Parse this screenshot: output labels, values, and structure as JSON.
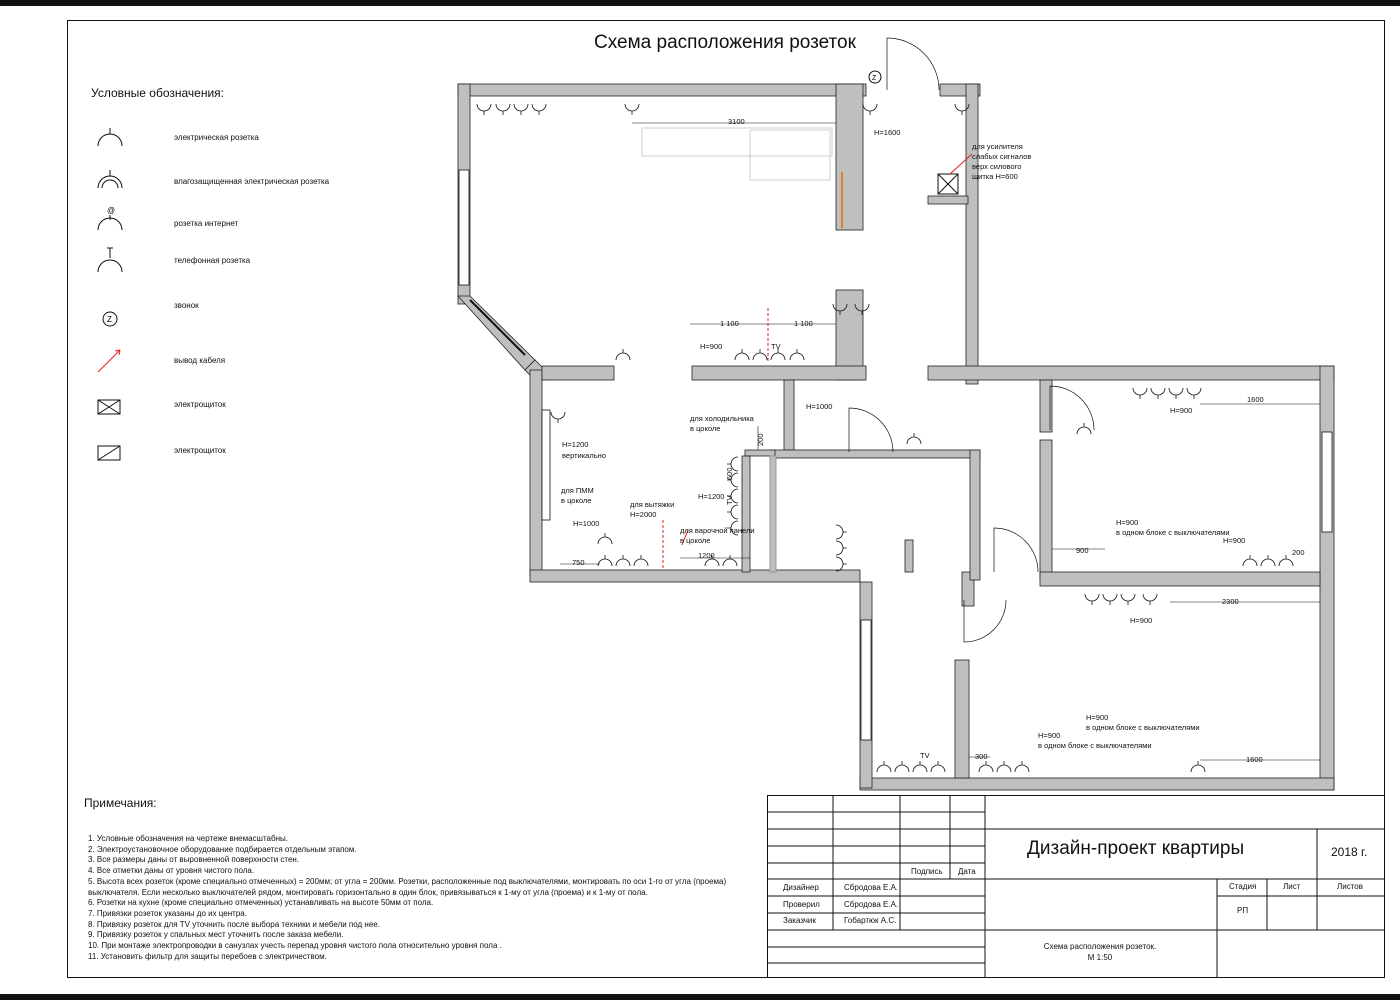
{
  "title": "Схема расположения розеток",
  "legend": {
    "heading": "Условные обозначения:",
    "items": [
      {
        "icon": "socket-icon",
        "label": "электрическая розетка"
      },
      {
        "icon": "waterproof-socket-icon",
        "label": "влагозащищенная электрическая розетка"
      },
      {
        "icon": "internet-socket-icon",
        "label": "розетка интернет"
      },
      {
        "icon": "phone-socket-icon",
        "label": "телефонная розетка"
      },
      {
        "icon": "doorbell-icon",
        "label": "звонок"
      },
      {
        "icon": "cable-outlet-icon",
        "label": "вывод кабеля"
      },
      {
        "icon": "electrical-panel-icon",
        "label": "электрощиток"
      },
      {
        "icon": "electrical-panel-alt-icon",
        "label": "электрощиток"
      }
    ]
  },
  "notes": {
    "heading": "Примечания:",
    "items": [
      "1. Условные обозначения на чертеже внемасштабны.",
      "2. Электроустановочное оборудование подбирается отдельным этапом.",
      "3. Все размеры даны от выровненной поверхности стен.",
      "4. Все отметки даны от уровня чистого пола.",
      "5. Высота всех розеток (кроме специально отмеченных) = 200мм; от угла = 200мм. Розетки, расположенные под выключателями, монтировать по оси 1-го от угла (проема)\n    выключателя. Если несколько выключателей рядом, монтировать горизонтально в один блок, привязываться к 1-му от угла (проема) и к 1-му от пола.",
      "6. Розетки на кухне (кроме специально отмеченных) устанавливать на высоте 50мм от пола.",
      "7. Привязки розеток указаны до их центра.",
      "8. Привязку розеток для TV уточнить после выбора техники и мебели под нее.",
      "9. Привязку розеток у спальных мест уточнить после заказа мебели.",
      "10. При монтаже электропроводки в санузлах учесть перепад уровня чистого пола относительно уровня пола .",
      "11. Установить фильтр для защиты перебоев с электричеством."
    ]
  },
  "plan_labels": {
    "dim_3100": "3100",
    "h1600_entry": "Н=1600",
    "weak_signal": [
      "для усилителя",
      "слабых сигналов",
      "верх силового",
      "щитка Н=600"
    ],
    "dim_1100_left": "1 100",
    "dim_1100_right": "1 100",
    "h900_tv": "Н=900",
    "tv": "TV",
    "h1000": "Н=1000",
    "fridge": [
      "для холодильника",
      "в цоколе"
    ],
    "dim_200": "200",
    "h1200_vertical": [
      "Н=1200",
      "вертикально"
    ],
    "dim_600": "600",
    "tv_kitchen": "TV",
    "h1200_kitchen": "Н=1200",
    "dishwasher": [
      "для ПММ",
      "в цоколе"
    ],
    "hood": [
      "для вытяжки",
      "Н=2000"
    ],
    "h1000_kitchen": "Н=1000",
    "hob": [
      "для варочной панели",
      "в цоколе"
    ],
    "dim_1200": "1200",
    "dim_750": "750",
    "dim_1600_room2": "1600",
    "h900_room2": "Н=900",
    "h900_block_room2": [
      "Н=900",
      "в одном блоке с выключателями"
    ],
    "h900_room2_b": "Н=900",
    "dim_900": "900",
    "dim_200_room2": "200",
    "dim_2300": "2300",
    "h900_room3": "Н=900",
    "h900_block_room3a": [
      "Н=900",
      "в одном блоке с выключателями"
    ],
    "h900_block_room3b": [
      "Н=900",
      "в одном блоке с выключателями"
    ],
    "dim_300": "300",
    "dim_1600_room3": "1600",
    "tv_room4": "TV"
  },
  "title_block": {
    "col_sign": "Подпись",
    "col_date": "Дата",
    "roles": [
      {
        "role": "Дизайнер",
        "name": "Сбродова Е.А."
      },
      {
        "role": "Проверил",
        "name": "Сбродова Е.А."
      },
      {
        "role": "Заказчик",
        "name": "Гобартюк А.С."
      }
    ],
    "project": "Дизайн-проект квартиры",
    "year": "2018 г.",
    "stage_label": "Стадия",
    "sheet_label": "Лист",
    "sheets_label": "Листов",
    "stage": "РП",
    "description": "Схема расположения розеток.",
    "scale": "М 1:50"
  },
  "colors": {
    "wall_fill": "#bfbfbf",
    "line": "#111111",
    "accent": "#e02020"
  }
}
